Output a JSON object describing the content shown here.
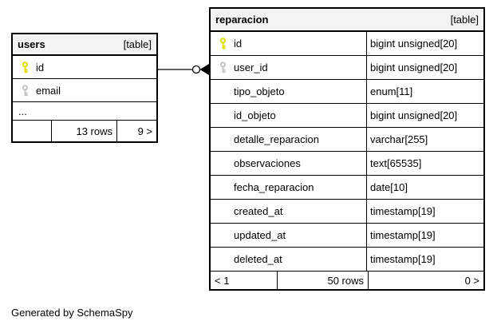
{
  "page": {
    "credit": "Generated by SchemaSpy"
  },
  "colors": {
    "pk_key": "#dddd00",
    "fk_key": "#c4c4c4",
    "header_bg": "#f3f3f3",
    "border": "#000000"
  },
  "relationship": {
    "from_table": "users",
    "from_column": "id",
    "to_table": "reparacion",
    "to_column": "user_id"
  },
  "tables": [
    {
      "name": "users",
      "badge": "[table]",
      "columns": [
        {
          "name": "id",
          "key": "primary"
        },
        {
          "name": "email",
          "key": "foreign"
        },
        {
          "name": "..."
        }
      ],
      "footer": {
        "left": "",
        "rows": "13 rows",
        "degree": "9 >"
      }
    },
    {
      "name": "reparacion",
      "badge": "[table]",
      "columns": [
        {
          "name": "id",
          "type": "bigint unsigned[20]",
          "key": "primary"
        },
        {
          "name": "user_id",
          "type": "bigint unsigned[20]",
          "key": "foreign"
        },
        {
          "name": "tipo_objeto",
          "type": "enum[11]"
        },
        {
          "name": "id_objeto",
          "type": "bigint unsigned[20]"
        },
        {
          "name": "detalle_reparacion",
          "type": "varchar[255]"
        },
        {
          "name": "observaciones",
          "type": "text[65535]"
        },
        {
          "name": "fecha_reparacion",
          "type": "date[10]"
        },
        {
          "name": "created_at",
          "type": "timestamp[19]"
        },
        {
          "name": "updated_at",
          "type": "timestamp[19]"
        },
        {
          "name": "deleted_at",
          "type": "timestamp[19]"
        }
      ],
      "footer": {
        "left": "< 1",
        "rows": "50 rows",
        "degree": "0 >"
      }
    }
  ]
}
